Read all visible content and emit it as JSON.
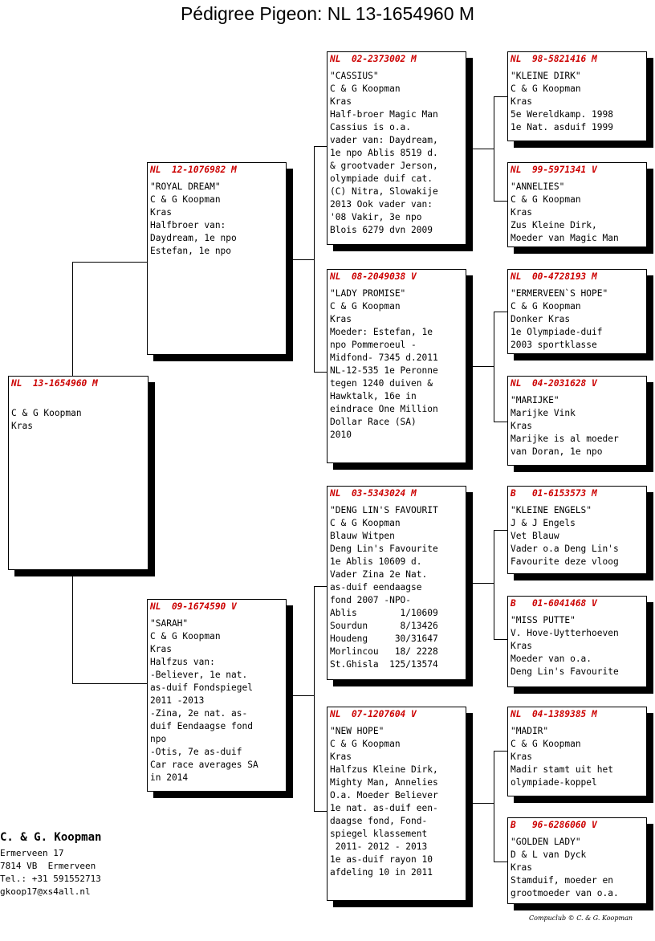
{
  "title": "Pédigree Pigeon: NL  13-1654960 M",
  "pigeons": {
    "subject": {
      "ring": "NL  13-1654960 M",
      "lines": [
        "",
        "C & G Koopman",
        "Kras"
      ]
    },
    "father": {
      "ring": "NL  12-1076982 M",
      "lines": [
        "\"ROYAL DREAM\"",
        "C & G Koopman",
        "Kras",
        "Halfbroer van:",
        "Daydream, 1e npo",
        "Estefan, 1e npo"
      ]
    },
    "mother": {
      "ring": "NL  09-1674590 V",
      "lines": [
        "\"SARAH\"",
        "C & G Koopman",
        "Kras",
        "Halfzus van:",
        "-Believer, 1e nat.",
        "as-duif Fondspiegel",
        "2011 -2013",
        "-Zina, 2e nat. as-",
        "duif Eendaagse fond",
        "npo",
        "-Otis, 7e as-duif",
        "Car race averages SA",
        "in 2014"
      ]
    },
    "ff": {
      "ring": "NL  02-2373002 M",
      "lines": [
        "\"CASSIUS\"",
        "C & G Koopman",
        "Kras",
        "Half-broer Magic Man",
        "Cassius is o.a.",
        "vader van: Daydream,",
        "1e npo Ablis 8519 d.",
        "& grootvader Jerson,",
        "olympiade duif cat.",
        "(C) Nitra, Slowakije",
        "2013 Ook vader van:",
        "'08 Vakir, 3e npo",
        "Blois 6279 dvn 2009"
      ]
    },
    "fm": {
      "ring": "NL  08-2049038 V",
      "lines": [
        "\"LADY PROMISE\"",
        "C & G Koopman",
        "Kras",
        "Moeder: Estefan, 1e",
        "npo Pommeroeul -",
        "Midfond- 7345 d.2011",
        "NL-12-535 1e Peronne",
        "tegen 1240 duiven &",
        "Hawktalk, 16e in",
        "eindrace One Million",
        "Dollar Race (SA)",
        "2010"
      ]
    },
    "mf": {
      "ring": "NL  03-5343024 M",
      "lines": [
        "\"DENG LIN'S FAVOURIT",
        "C & G Koopman",
        "Blauw Witpen",
        "Deng Lin's Favourite",
        "1e Ablis 10609 d.",
        "Vader Zina 2e Nat.",
        "as-duif eendaagse",
        "fond 2007 -NPO-",
        "Ablis        1/10609",
        "Sourdun      8/13426",
        "Houdeng     30/31647",
        "Morlincou   18/ 2228",
        "St.Ghisla  125/13574"
      ]
    },
    "mm": {
      "ring": "NL  07-1207604 V",
      "lines": [
        "\"NEW HOPE\"",
        "C & G Koopman",
        "Kras",
        "Halfzus Kleine Dirk,",
        "Mighty Man, Annelies",
        "O.a. Moeder Believer",
        "1e nat. as-duif een-",
        "daagse fond, Fond-",
        "spiegel klassement",
        " 2011- 2012 - 2013",
        "1e as-duif rayon 10",
        "afdeling 10 in 2011"
      ]
    },
    "fff": {
      "ring": "NL  98-5821416 M",
      "lines": [
        "\"KLEINE DIRK\"",
        "C & G Koopman",
        "Kras",
        "5e Wereldkamp. 1998",
        "1e Nat. asduif 1999"
      ]
    },
    "ffm": {
      "ring": "NL  99-5971341 V",
      "lines": [
        "\"ANNELIES\"",
        "C & G Koopman",
        "Kras",
        "Zus Kleine Dirk,",
        "Moeder van Magic Man"
      ]
    },
    "fmf": {
      "ring": "NL  00-4728193 M",
      "lines": [
        "\"ERMERVEEN`S HOPE\"",
        "C & G Koopman",
        "Donker Kras",
        "1e Olympiade-duif",
        "2003 sportklasse"
      ]
    },
    "fmm": {
      "ring": "NL  04-2031628 V",
      "lines": [
        "\"MARIJKE\"",
        "Marijke Vink",
        "Kras",
        "Marijke is al moeder",
        "van Doran, 1e npo"
      ]
    },
    "mff": {
      "ring": "B   01-6153573 M",
      "lines": [
        "\"KLEINE ENGELS\"",
        "J & J Engels",
        "Vet Blauw",
        "Vader o.a Deng Lin's",
        "Favourite deze vloog"
      ]
    },
    "mfm": {
      "ring": "B   01-6041468 V",
      "lines": [
        "\"MISS PUTTE\"",
        "V. Hove-Uytterhoeven",
        "Kras",
        "Moeder van o.a.",
        "Deng Lin's Favourite"
      ]
    },
    "mmf": {
      "ring": "NL  04-1389385 M",
      "lines": [
        "\"MADIR\"",
        "C & G Koopman",
        "Kras",
        "Madir stamt uit het",
        "olympiade-koppel"
      ]
    },
    "mmm": {
      "ring": "B   96-6286060 V",
      "lines": [
        "\"GOLDEN LADY\"",
        "D & L van Dyck",
        "Kras",
        "Stamduif, moeder en",
        "grootmoeder van o.a."
      ]
    }
  },
  "owner": {
    "name": "C. & G. Koopman",
    "address": "Ermerveen 17",
    "city": "7814 VB  Ermerveen",
    "phone": "Tel.: +31 591552713",
    "email": "gkoop17@xs4all.nl"
  },
  "footer": "Compuclub © C. & G. Koopman"
}
